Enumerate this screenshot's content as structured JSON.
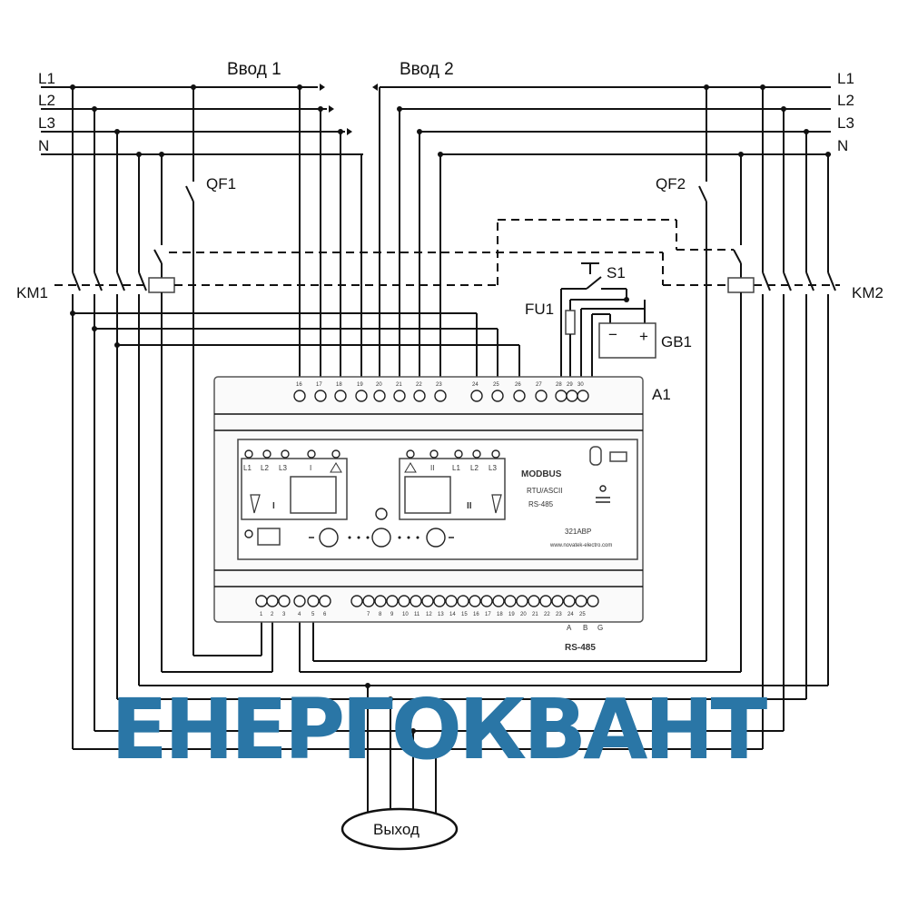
{
  "feeds": {
    "input1": "Ввод 1",
    "input2": "Ввод 2"
  },
  "phases_left": [
    "L1",
    "L2",
    "L3",
    "N"
  ],
  "phases_right": [
    "L1",
    "L2",
    "L3",
    "N"
  ],
  "components": {
    "qf1": "QF1",
    "qf2": "QF2",
    "km1": "KM1",
    "km2": "KM2",
    "s1": "S1",
    "fu1": "FU1",
    "gb1": "GB1",
    "a1": "A1"
  },
  "device": {
    "protocol": "MODBUS",
    "modes": "RTU/ASCII",
    "interface": "RS-485",
    "model": "321АВР",
    "website": "www.novatek-electro.com",
    "panel_left_leds": [
      "L1",
      "L2",
      "L3",
      "I"
    ],
    "panel_right_leds": [
      "II",
      "L1",
      "L2",
      "L3"
    ],
    "input_i": "I",
    "input_ii": "II",
    "top_terminals": [
      "16",
      "17",
      "18",
      "19",
      "20",
      "21",
      "22",
      "23",
      "",
      "24",
      "25",
      "26",
      "27",
      "28",
      "29",
      "30"
    ],
    "bottom_terminals_left": [
      "1",
      "2",
      "3",
      "4",
      "5",
      "6"
    ],
    "bottom_terminals_right": [
      "7",
      "8",
      "9",
      "10",
      "11",
      "12",
      "13",
      "14",
      "15",
      "16",
      "17",
      "18",
      "19",
      "20",
      "21",
      "22",
      "23",
      "24",
      "25"
    ],
    "rs485_pins": [
      "A",
      "B",
      "G"
    ],
    "rs485_label": "RS-485"
  },
  "battery_minus": "−",
  "battery_plus": "+",
  "output_label": "Выход",
  "watermark": "ЕНЕРГОКВАНТ"
}
